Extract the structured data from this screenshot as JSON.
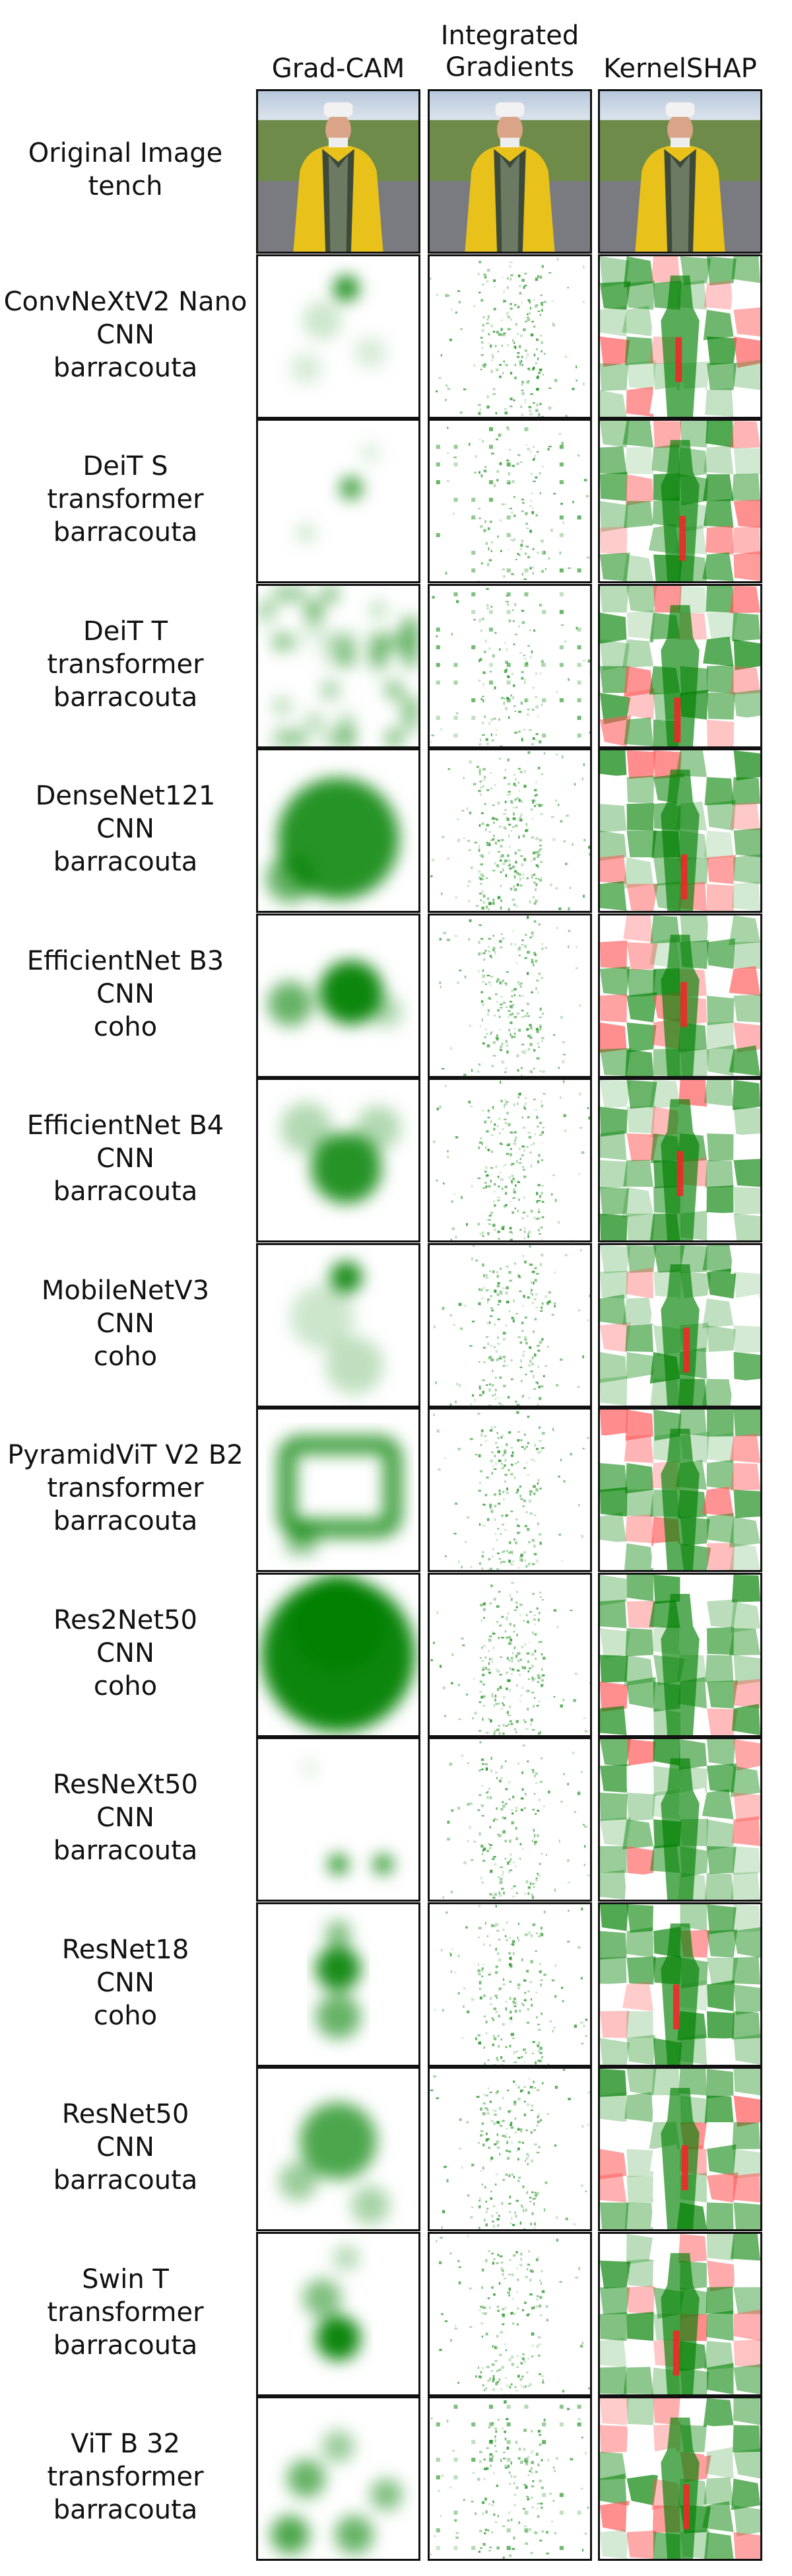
{
  "columns": [
    "Grad-CAM",
    "Integrated\nGradients",
    "KernelSHAP"
  ],
  "original": {
    "title": "Original Image",
    "label": "tench"
  },
  "rows": [
    {
      "model": "ConvNeXtV2 Nano",
      "type": "CNN",
      "pred": "barracouta"
    },
    {
      "model": "DeiT S",
      "type": "transformer",
      "pred": "barracouta"
    },
    {
      "model": "DeiT T",
      "type": "transformer",
      "pred": "barracouta"
    },
    {
      "model": "DenseNet121",
      "type": "CNN",
      "pred": "barracouta"
    },
    {
      "model": "EfficientNet B3",
      "type": "CNN",
      "pred": "coho"
    },
    {
      "model": "EfficientNet B4",
      "type": "CNN",
      "pred": "barracouta"
    },
    {
      "model": "MobileNetV3",
      "type": "CNN",
      "pred": "coho"
    },
    {
      "model": "PyramidViT V2 B2",
      "type": "transformer",
      "pred": "barracouta"
    },
    {
      "model": "Res2Net50",
      "type": "CNN",
      "pred": "coho"
    },
    {
      "model": "ResNeXt50",
      "type": "CNN",
      "pred": "barracouta"
    },
    {
      "model": "ResNet18",
      "type": "CNN",
      "pred": "coho"
    },
    {
      "model": "ResNet50",
      "type": "CNN",
      "pred": "barracouta"
    },
    {
      "model": "Swin T",
      "type": "transformer",
      "pred": "barracouta"
    },
    {
      "model": "ViT B 32",
      "type": "transformer",
      "pred": "barracouta"
    }
  ],
  "colors": {
    "positive": "#008000",
    "negative": "#ff0000",
    "border": "#111111"
  }
}
